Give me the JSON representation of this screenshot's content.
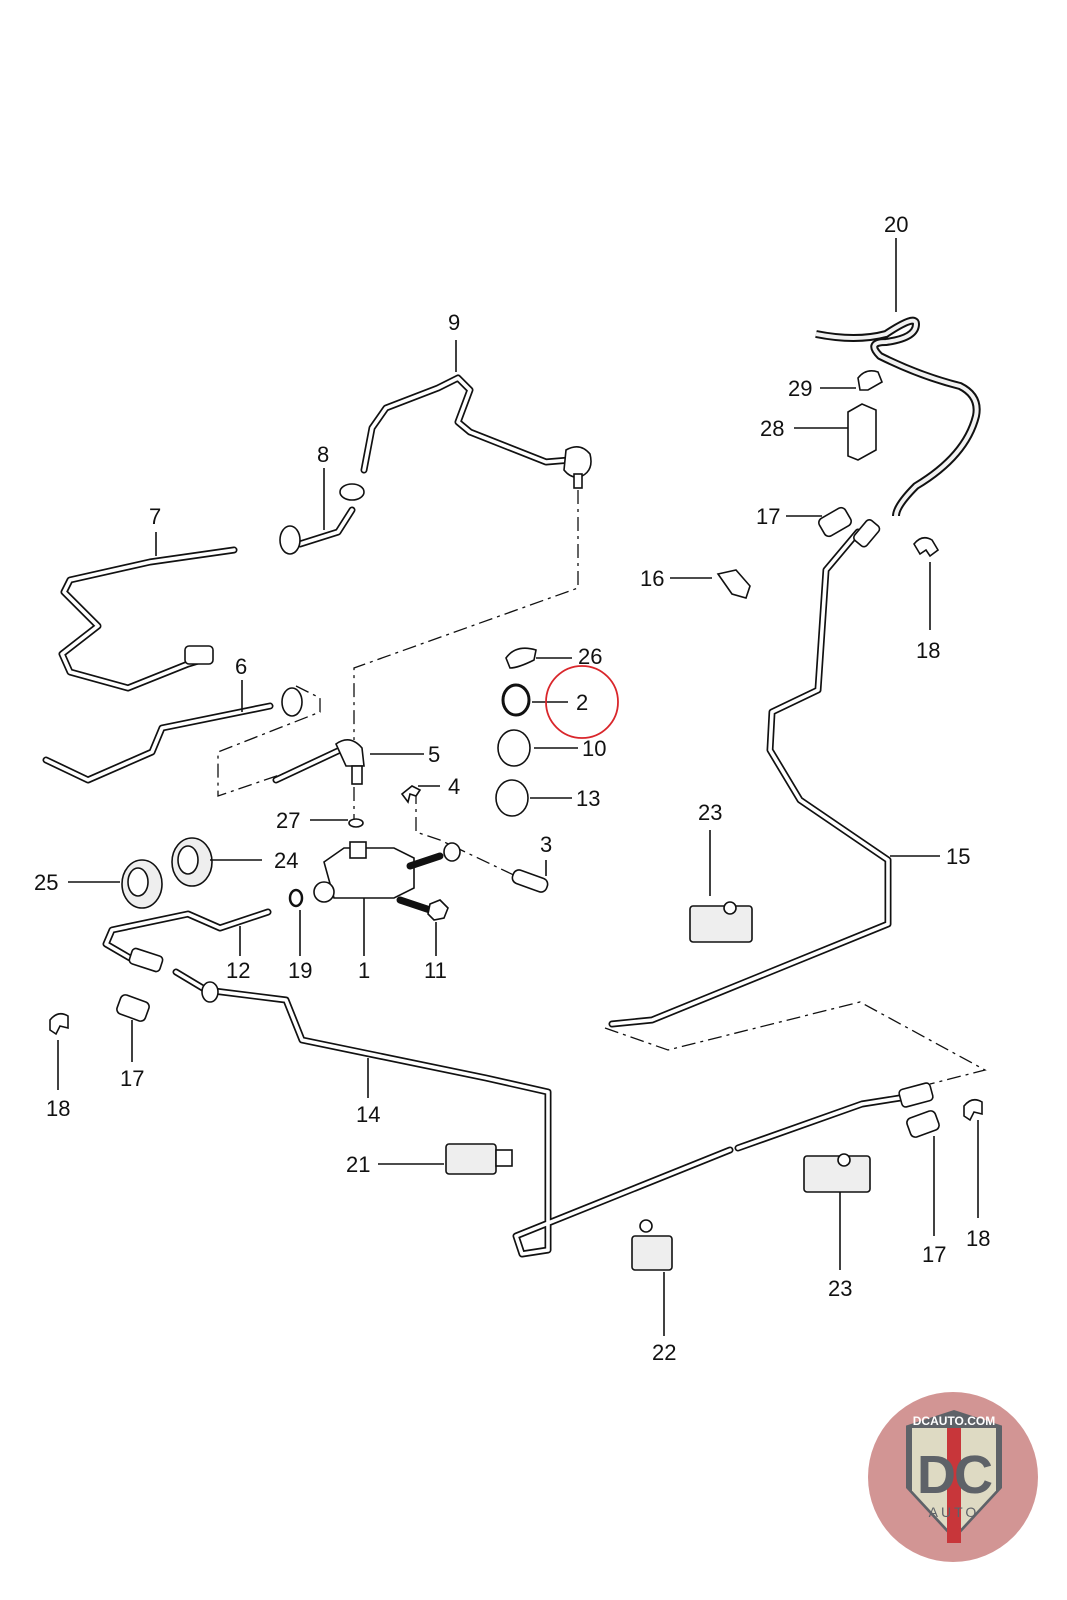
{
  "diagram": {
    "title": "Clutch hydraulic line parts diagram",
    "highlight_color": "#d9262b",
    "highlighted_callout": "2",
    "callouts": {
      "c1": "1",
      "c2": "2",
      "c3": "3",
      "c4": "4",
      "c5": "5",
      "c6": "6",
      "c7": "7",
      "c8": "8",
      "c9": "9",
      "c10": "10",
      "c11": "11",
      "c12": "12",
      "c13": "13",
      "c14": "14",
      "c15": "15",
      "c16": "16",
      "c17a": "17",
      "c17b": "17",
      "c17c": "17",
      "c18a": "18",
      "c18b": "18",
      "c18c": "18",
      "c19": "19",
      "c20": "20",
      "c21": "21",
      "c22": "22",
      "c23a": "23",
      "c23b": "23",
      "c24": "24",
      "c25": "25",
      "c26": "26",
      "c27": "27",
      "c28": "28",
      "c29": "29"
    }
  },
  "logo": {
    "site": "DCAUTO.COM",
    "mark": "DC",
    "sub": "AUTO",
    "colors": {
      "badge": "#d29594",
      "shield": "#5e6268",
      "stripe": "#c8363a",
      "fill": "#dedac3"
    }
  }
}
